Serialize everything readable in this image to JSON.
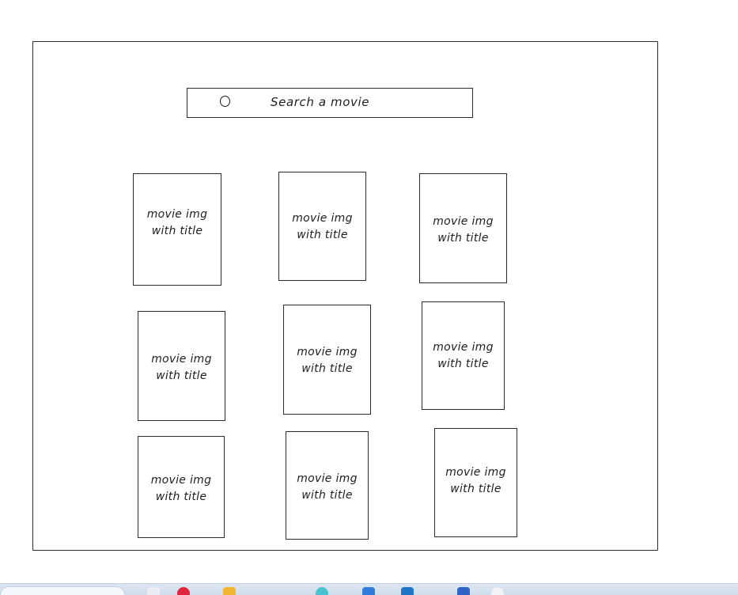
{
  "search": {
    "placeholder": "Search a movie",
    "icon": "search-circle-icon"
  },
  "movies": [
    {
      "label": "movie img\nwith title"
    },
    {
      "label": "movie img\nwith title"
    },
    {
      "label": "movie img\nwith title"
    },
    {
      "label": "movie img\nwith title"
    },
    {
      "label": "movie img\nwith title"
    },
    {
      "label": "movie img\nwith title"
    },
    {
      "label": "movie img\nwith title"
    },
    {
      "label": "movie img\nwith title"
    },
    {
      "label": "movie img\nwith title"
    }
  ],
  "taskbar": {
    "icons": [
      {
        "name": "file-explorer-icon",
        "color": "#e9eef5"
      },
      {
        "name": "opera-icon",
        "color": "#e0263a"
      },
      {
        "name": "folder-icon",
        "color": "#f2b630"
      },
      {
        "name": "copilot-icon",
        "color": "#49c3cf"
      },
      {
        "name": "store-icon",
        "color": "#2f7dd8"
      },
      {
        "name": "mail-icon",
        "color": "#1f74c6"
      },
      {
        "name": "pen-icon",
        "color": "#2f63c4"
      },
      {
        "name": "settings-icon",
        "color": "#f1f3f6"
      }
    ]
  }
}
